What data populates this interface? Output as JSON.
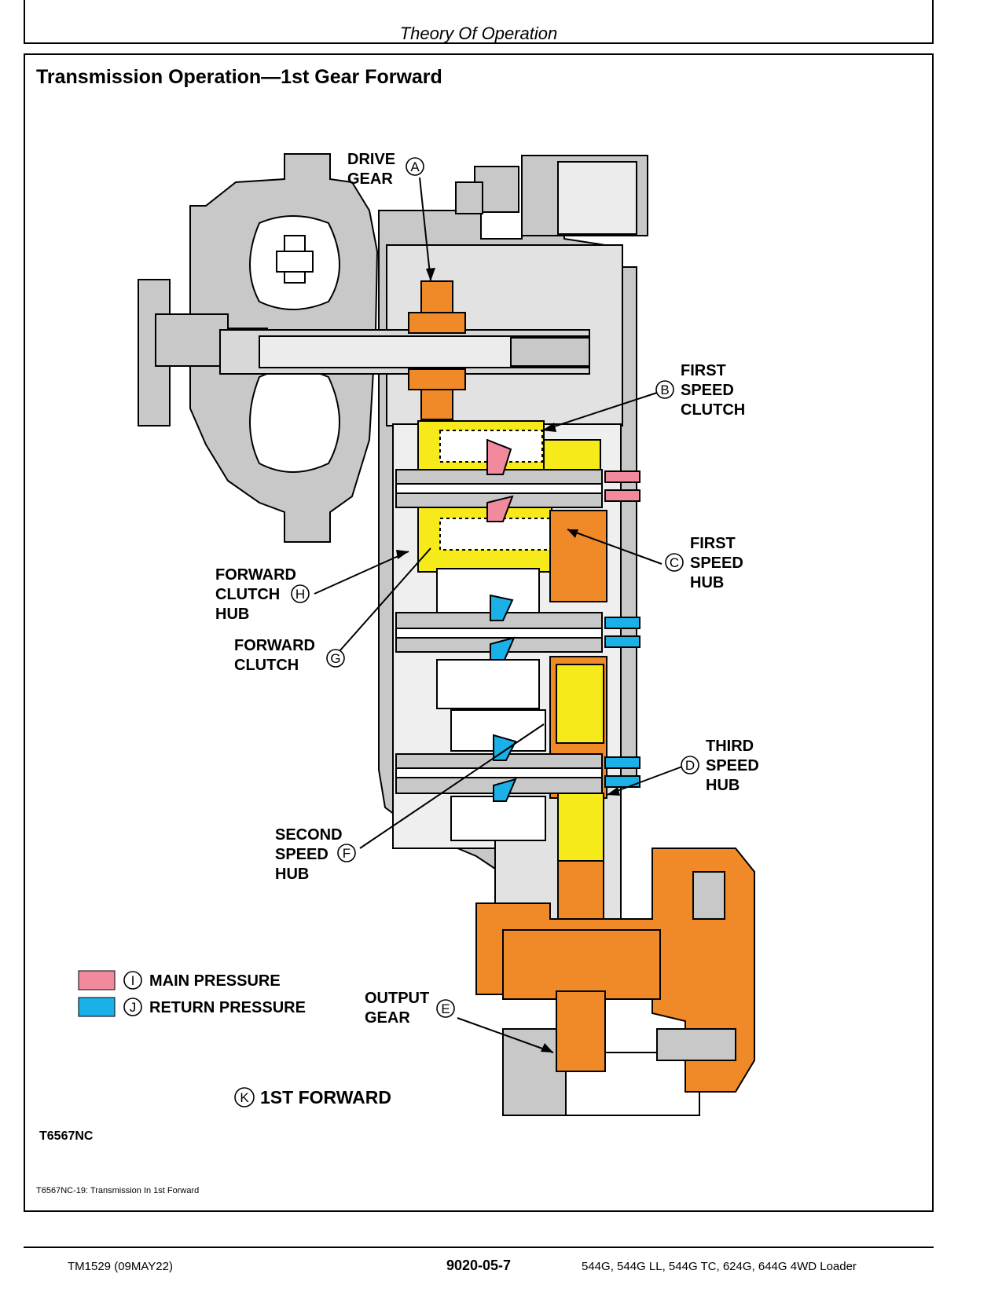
{
  "header": {
    "section_title": "Theory Of Operation"
  },
  "page_heading": "Transmission Operation—1st Gear Forward",
  "callouts": {
    "a": {
      "letter": "A",
      "line1": "DRIVE",
      "line2": "GEAR",
      "line3": ""
    },
    "b": {
      "letter": "B",
      "line1": "FIRST",
      "line2": "SPEED",
      "line3": "CLUTCH"
    },
    "c": {
      "letter": "C",
      "line1": "FIRST",
      "line2": "SPEED",
      "line3": "HUB"
    },
    "d": {
      "letter": "D",
      "line1": "THIRD",
      "line2": "SPEED",
      "line3": "HUB"
    },
    "e": {
      "letter": "E",
      "line1": "OUTPUT",
      "line2": "GEAR",
      "line3": ""
    },
    "f": {
      "letter": "F",
      "line1": "SECOND",
      "line2": "SPEED",
      "line3": "HUB"
    },
    "g": {
      "letter": "G",
      "line1": "FORWARD",
      "line2": "CLUTCH",
      "line3": ""
    },
    "h": {
      "letter": "H",
      "line1": "FORWARD",
      "line2": "CLUTCH",
      "line3": "HUB"
    },
    "k": {
      "letter": "K",
      "label": "1ST FORWARD"
    }
  },
  "legend": [
    {
      "letter": "I",
      "label": "MAIN PRESSURE",
      "color": "#f28a9e"
    },
    {
      "letter": "J",
      "label": "RETURN PRESSURE",
      "color": "#1ab0e8"
    }
  ],
  "figure_id": "T6567NC",
  "figure_caption": "T6567NC-19: Transmission In 1st Forward",
  "footer": {
    "manual": "TM1529 (09MAY22)",
    "page_number": "9020-05-7",
    "models": "544G, 544G LL, 544G TC, 624G, 644G 4WD Loader"
  },
  "colors": {
    "housing": "#c8c8c8",
    "drive": "#f08a28",
    "clutch": "#f7ea1a",
    "main_pressure": "#f28a9e",
    "return_pressure": "#1ab0e8"
  }
}
